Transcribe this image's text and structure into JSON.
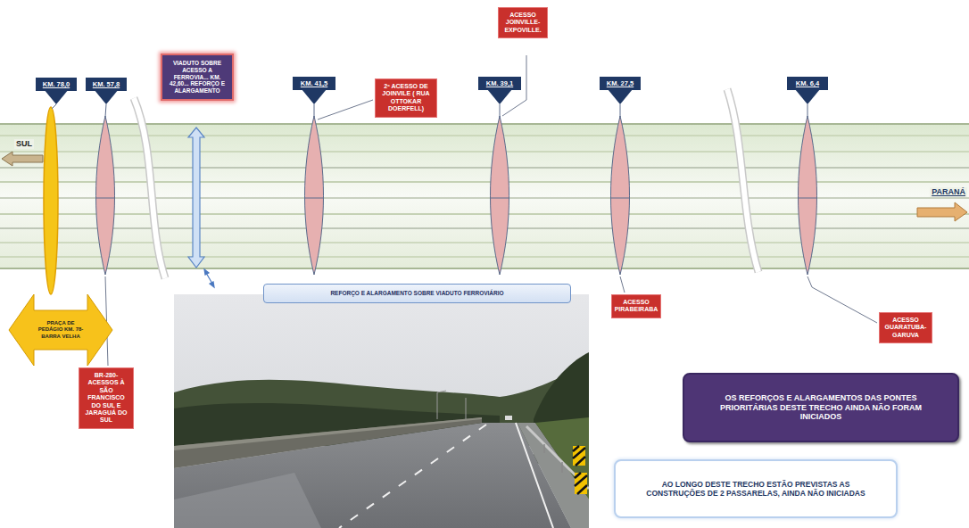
{
  "diagram": {
    "nodes": [
      {
        "text": [
          "ACESSO JOINVILLE-EXPOVILLE."
        ]
      },
      {
        "text": [
          "VIADUTO SOBRE ACESSO A FERROVIA... KM. 42,60... REFORÇO E ALARGAMENTO"
        ]
      },
      {
        "text": [
          "KM. 78,0"
        ]
      },
      {
        "text": [
          "KM. 57,8"
        ]
      },
      {
        "text": [
          "KM. 41,5"
        ]
      },
      {
        "text": [
          "KM. 39,1"
        ]
      },
      {
        "text": [
          "KM. 27,5"
        ]
      },
      {
        "text": [
          "KM. 6,4"
        ]
      },
      {
        "text": [
          "2º ACESSO DE JOINVILE ( RUA OTTOKAR DOERFELL)"
        ]
      },
      {
        "text": [
          "SUL"
        ]
      },
      {
        "text": [
          "PARANÁ"
        ]
      },
      {
        "text": [
          "REFORÇO E ALARGAMENTO SOBRE VIADUTO FERROVIÁRIO"
        ]
      },
      {
        "text": [
          "PRAÇA DE PEDÁGIO KM. 78- BARRA VELHA"
        ]
      },
      {
        "text": [
          "ACESSO PIRABEIRABA"
        ]
      },
      {
        "text": [
          "ACESSO GUARATUBA-GARUVA"
        ]
      },
      {
        "text": [
          "BR-280- ACESSOS À SÃO FRANCISCO DO SUL E JARAGUÁ DO SUL"
        ]
      },
      {
        "text": [
          "OS REFORÇOS E ALARGAMENTOS DAS PONTES PRIORITÁRIAS DESTE TRECHO AINDA NÃO FORAM INICIADOS"
        ]
      },
      {
        "text": [
          "AO LONGO DESTE TRECHO ESTÃO PREVISTAS AS CONSTRUÇÕES DE 2 PASSARELAS, AINDA NÃO INICIADAS"
        ]
      }
    ]
  }
}
